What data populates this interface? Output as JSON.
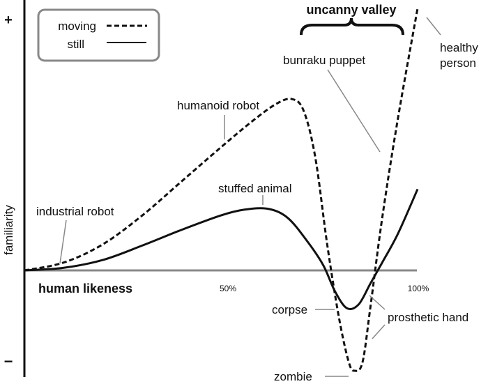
{
  "chart_data": {
    "type": "line",
    "title": "uncanny valley",
    "xlabel": "human likeness",
    "ylabel": "familiarity",
    "xlim": [
      0,
      100
    ],
    "ylim": [
      -40,
      100
    ],
    "y_top_label": "+",
    "y_bottom_label": "−",
    "x_tick_labels": [
      {
        "x": 50,
        "label": "50%"
      },
      {
        "x": 100,
        "label": "100%"
      }
    ],
    "legend": {
      "position": "top-left",
      "entries": [
        {
          "name": "moving",
          "style": "dashed"
        },
        {
          "name": "still",
          "style": "solid"
        }
      ]
    },
    "series": [
      {
        "name": "still",
        "style": "solid",
        "points": [
          [
            0,
            0
          ],
          [
            10,
            1
          ],
          [
            20,
            4
          ],
          [
            30,
            9.5
          ],
          [
            40,
            15.5
          ],
          [
            50,
            21
          ],
          [
            56,
            23.2
          ],
          [
            62,
            23.5
          ],
          [
            67,
            20
          ],
          [
            72,
            11
          ],
          [
            76,
            2
          ],
          [
            79,
            -8
          ],
          [
            82,
            -14.4
          ],
          [
            85,
            -13
          ],
          [
            88,
            -5
          ],
          [
            91,
            3
          ],
          [
            95,
            14
          ],
          [
            100,
            31
          ]
        ]
      },
      {
        "name": "moving",
        "style": "dashed",
        "points": [
          [
            0,
            0
          ],
          [
            10,
            3
          ],
          [
            20,
            10
          ],
          [
            30,
            21
          ],
          [
            40,
            34
          ],
          [
            50,
            47
          ],
          [
            58,
            57
          ],
          [
            64,
            63.5
          ],
          [
            68,
            65.4
          ],
          [
            71,
            61
          ],
          [
            74,
            43
          ],
          [
            77,
            10
          ],
          [
            80,
            -18
          ],
          [
            82.5,
            -35
          ],
          [
            84,
            -38.3
          ],
          [
            86,
            -35
          ],
          [
            88,
            -14
          ],
          [
            91,
            20
          ],
          [
            95,
            58
          ],
          [
            100,
            100
          ]
        ]
      }
    ],
    "annotations": [
      "industrial robot",
      "humanoid robot",
      "stuffed animal",
      "bunraku puppet",
      "healthy person",
      "corpse",
      "prosthetic hand",
      "zombie"
    ],
    "annotation_lines": {
      "healthy_1": "healthy",
      "healthy_2": "person"
    }
  }
}
